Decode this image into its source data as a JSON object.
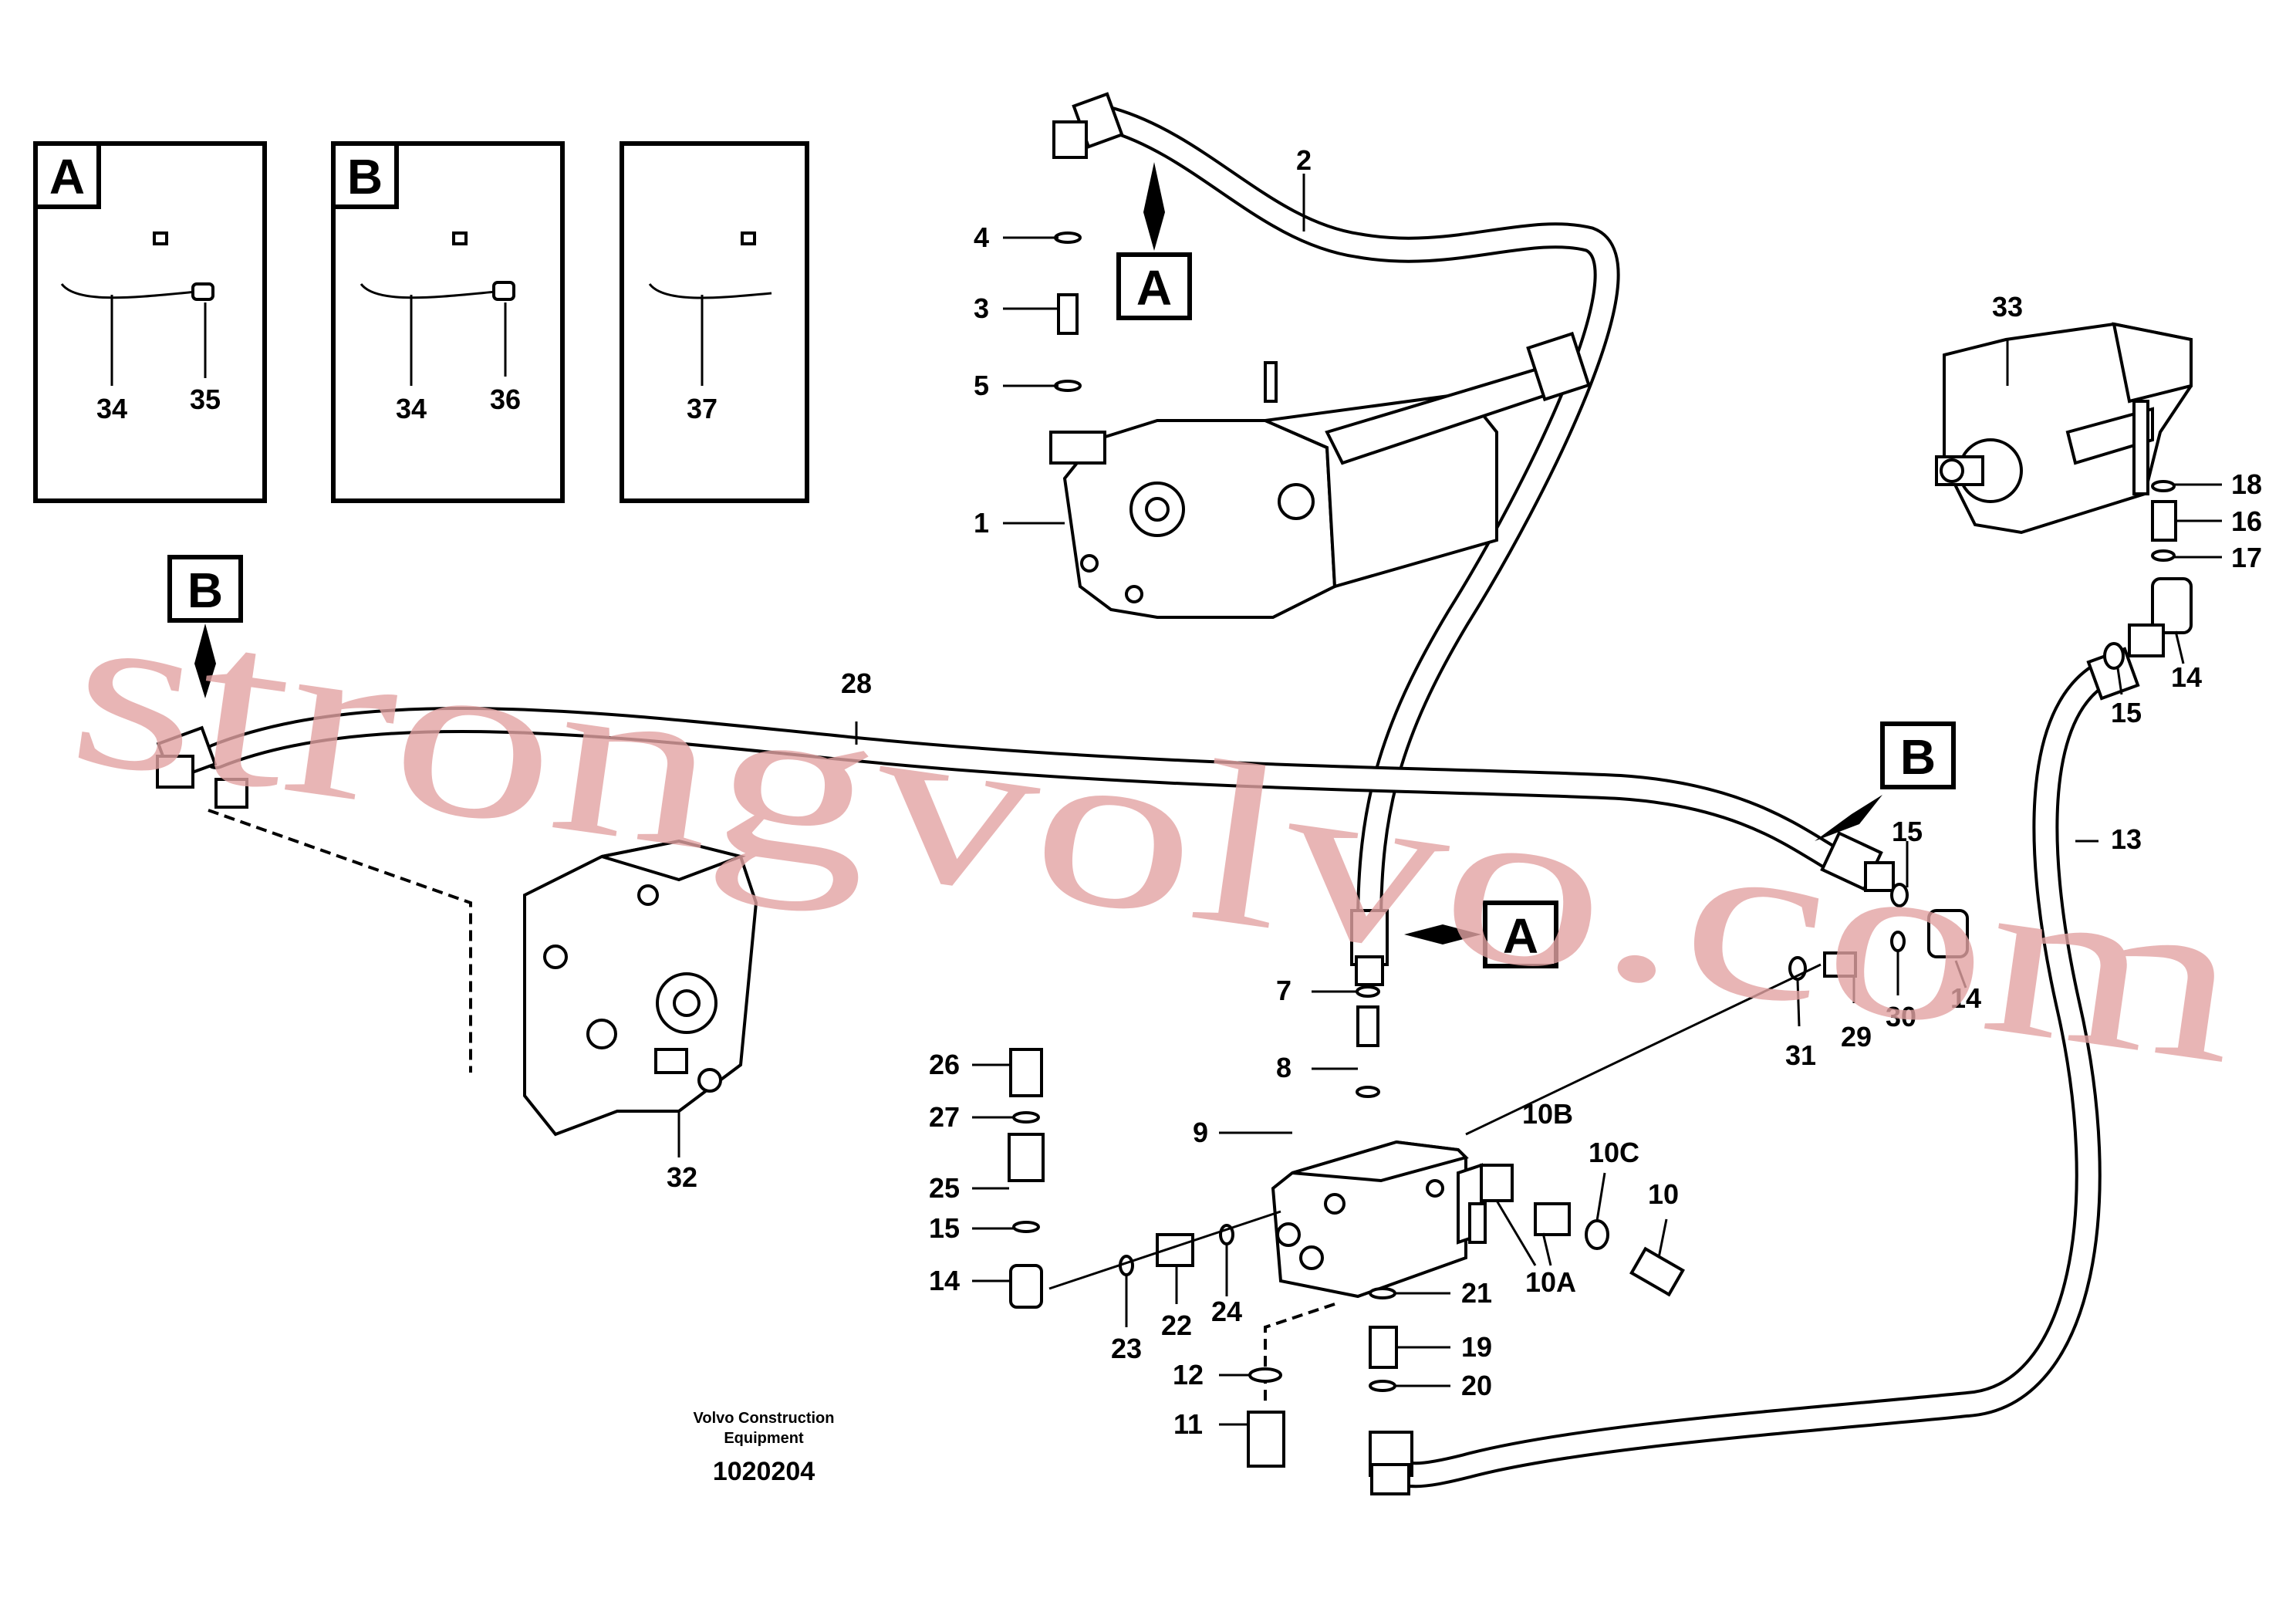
{
  "inset_boxes": [
    {
      "letter": "A",
      "parts": [
        "34",
        "35"
      ]
    },
    {
      "letter": "B",
      "parts": [
        "34",
        "36"
      ]
    },
    {
      "letter": "",
      "parts": [
        "37"
      ]
    }
  ],
  "callouts": {
    "a_top": "A",
    "a_mid": "A",
    "b_left": "B",
    "b_right": "B"
  },
  "labels": {
    "p1": "1",
    "p2": "2",
    "p3": "3",
    "p4": "4",
    "p5": "5",
    "p7": "7",
    "p8": "8",
    "p9": "9",
    "p10": "10",
    "p10a": "10A",
    "p10b": "10B",
    "p10c": "10C",
    "p11": "11",
    "p12": "12",
    "p13": "13",
    "p14_a": "14",
    "p14_b": "14",
    "p14_c": "14",
    "p15_a": "15",
    "p15_b": "15",
    "p15_c": "15",
    "p16": "16",
    "p17": "17",
    "p18": "18",
    "p19": "19",
    "p20": "20",
    "p21": "21",
    "p22": "22",
    "p23": "23",
    "p24": "24",
    "p25": "25",
    "p26": "26",
    "p27": "27",
    "p28": "28",
    "p29": "29",
    "p30": "30",
    "p31": "31",
    "p32": "32",
    "p33": "33"
  },
  "caption": {
    "line1": "Volvo Construction",
    "line2": "Equipment",
    "number": "1020204"
  },
  "watermark": "strongvolvo.com"
}
